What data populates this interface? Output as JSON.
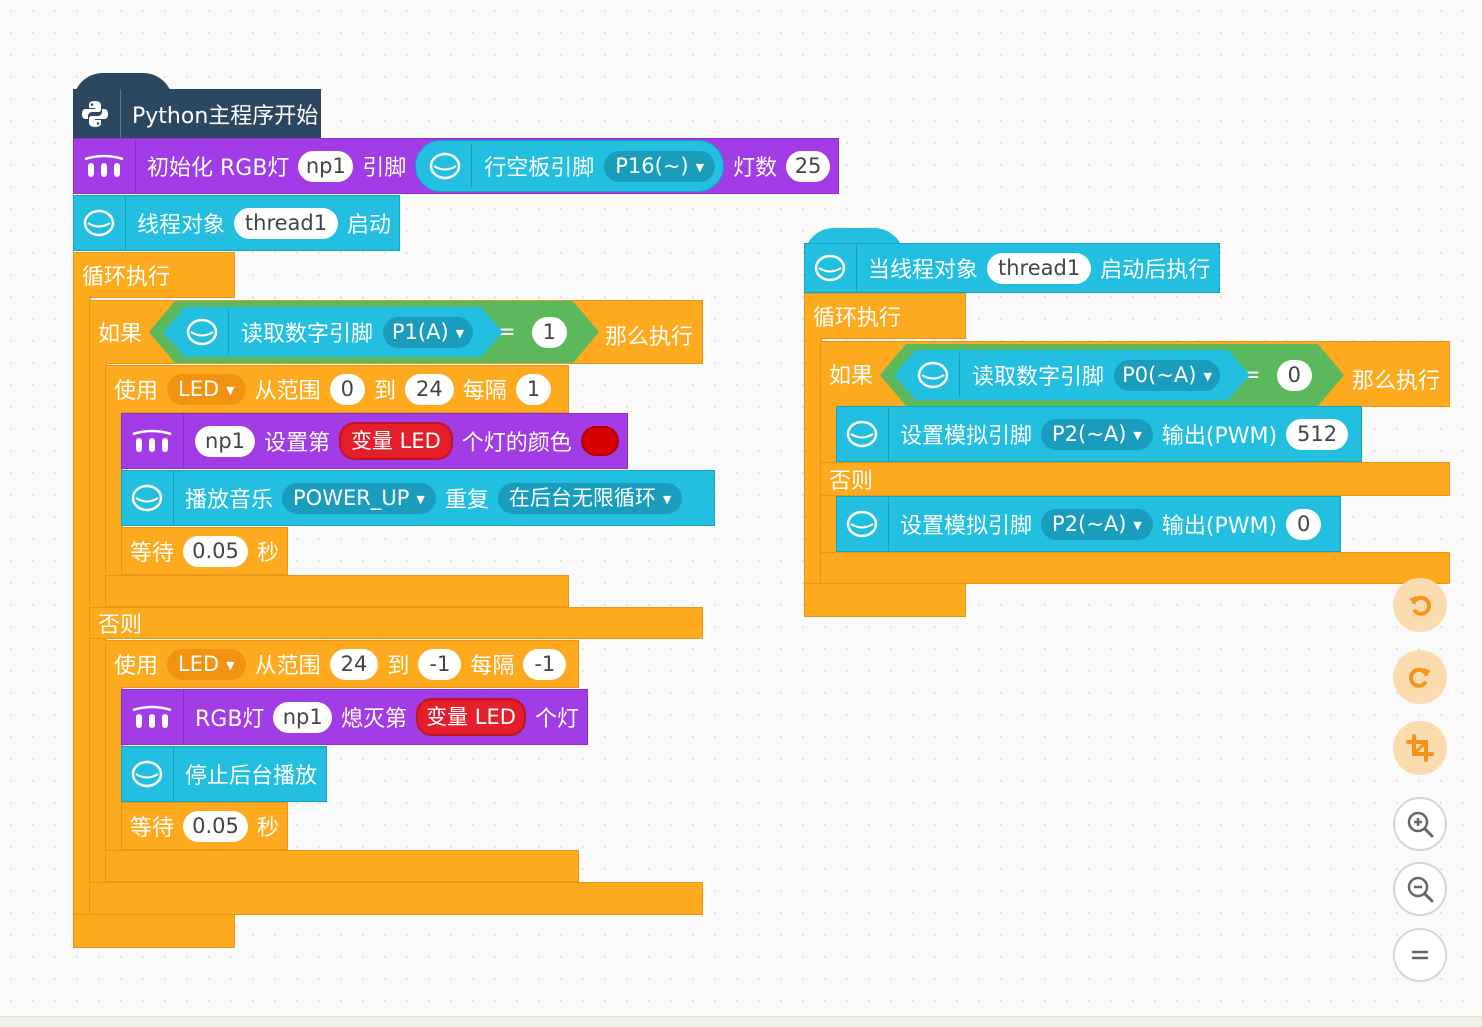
{
  "main_program": {
    "hat_label": "Python主程序开始",
    "init_rgb": {
      "prefix": "初始化 RGB灯",
      "name": "np1",
      "pin_label": "引脚",
      "board_pin_label": "行空板引脚",
      "pin": "P16(~)",
      "count_label": "灯数",
      "count": "25"
    },
    "thread_start": {
      "label": "线程对象",
      "thread": "thread1",
      "suffix": "启动"
    },
    "loop_label": "循环执行",
    "if_block": {
      "if_label": "如果",
      "read_label": "读取数字引脚",
      "pin": "P1(A)",
      "op": "=",
      "value": "1",
      "then_label": "那么执行",
      "for_loop": {
        "use_label": "使用",
        "var": "LED",
        "from_label": "从范围",
        "start": "0",
        "to_label": "到",
        "end": "24",
        "step_label": "每隔",
        "step": "1"
      },
      "set_color": {
        "name": "np1",
        "prefix": "设置第",
        "var_label": "变量 LED",
        "suffix": "个灯的颜色",
        "color": "#d60000"
      },
      "play_music": {
        "label": "播放音乐",
        "tune": "POWER_UP",
        "repeat_label": "重复",
        "mode": "在后台无限循环"
      },
      "wait": {
        "label": "等待",
        "value": "0.05",
        "unit": "秒"
      },
      "else_label": "否则",
      "else_for_loop": {
        "use_label": "使用",
        "var": "LED",
        "from_label": "从范围",
        "start": "24",
        "to_label": "到",
        "end": "-1",
        "step_label": "每隔",
        "step": "-1"
      },
      "turn_off": {
        "prefix": "RGB灯",
        "name": "np1",
        "mid": "熄灭第",
        "var_label": "变量 LED",
        "suffix": "个灯"
      },
      "stop_music": {
        "label": "停止后台播放"
      },
      "wait2": {
        "label": "等待",
        "value": "0.05",
        "unit": "秒"
      }
    }
  },
  "thread_program": {
    "hat_label": "当线程对象",
    "thread": "thread1",
    "hat_suffix": "启动后执行",
    "loop_label": "循环执行",
    "if_block": {
      "if_label": "如果",
      "read_label": "读取数字引脚",
      "pin": "P0(~A)",
      "op": "=",
      "value": "0",
      "then_label": "那么执行",
      "set_pwm_1": {
        "label": "设置模拟引脚",
        "pin": "P2(~A)",
        "output_label": "输出(PWM)",
        "value": "512"
      },
      "else_label": "否则",
      "set_pwm_2": {
        "label": "设置模拟引脚",
        "pin": "P2(~A)",
        "output_label": "输出(PWM)",
        "value": "0"
      }
    }
  },
  "toolbar": {
    "buttons": [
      "undo-icon",
      "redo-icon",
      "crop-icon",
      "zoom-in-icon",
      "zoom-out-icon",
      "reset-zoom-icon"
    ]
  }
}
